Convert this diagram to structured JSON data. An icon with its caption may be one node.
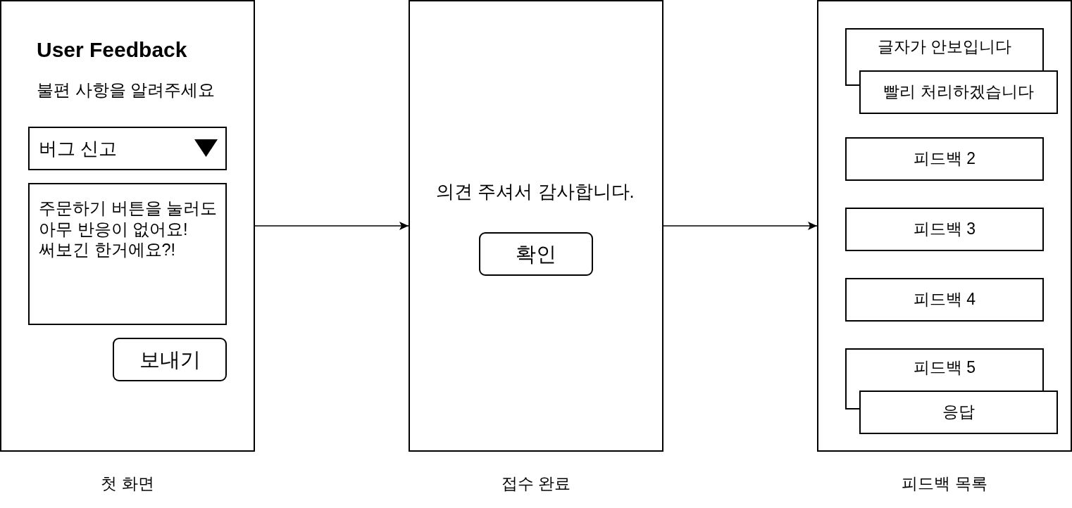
{
  "diagram": {
    "nodes": [
      {
        "text": [
          "User Feedback",
          "불편 사항을 알려주세요"
        ],
        "beside": [
          "첫 화면"
        ]
      },
      {
        "text": [
          "버그 신고"
        ],
        "in": 0
      },
      {
        "text": [
          "주문하기 버튼을 눌러도 아무 반응이 없어요! 써보긴 한거에요?!"
        ],
        "in": 0
      },
      {
        "text": [
          "보내기"
        ],
        "in": 0
      },
      {
        "text": [
          "의견 주셔서 감사합니다."
        ],
        "beside": [
          "접수 완료"
        ]
      },
      {
        "text": [
          "확인"
        ],
        "in": 4
      },
      {
        "text": [],
        "shape": "box",
        "beside": [
          "피드백 목록"
        ]
      },
      {
        "text": [
          "글자가 안보입니다"
        ],
        "in": 6
      },
      {
        "text": [
          "빨리 처리하겠습니다"
        ],
        "in": 6
      },
      {
        "text": [
          "피드백 2"
        ],
        "in": 6
      },
      {
        "text": [
          "피드백 3"
        ],
        "in": 6
      },
      {
        "text": [
          "피드백 4"
        ],
        "in": 6
      },
      {
        "text": [
          "피드백 5"
        ],
        "in": 6
      },
      {
        "text": [
          "응답"
        ],
        "in": 6
      }
    ],
    "edges": [
      {
        "from": 0,
        "to": 4,
        "arrow": "to"
      },
      {
        "from": 4,
        "to": 6,
        "arrow": "to"
      }
    ]
  }
}
